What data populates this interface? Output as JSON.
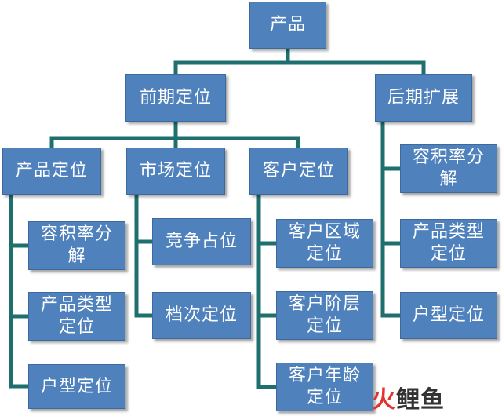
{
  "colors": {
    "box_fill": "#4f81bd",
    "box_text": "#ffffff",
    "connector": "#1f6f6f"
  },
  "nodes": {
    "root": "产品",
    "early": "前期定位",
    "late": "后期扩展",
    "product_pos": "产品定位",
    "market_pos": "市场定位",
    "customer_pos": "客户定位",
    "pp_far": [
      "容积率分",
      "解"
    ],
    "pp_type": [
      "产品类型",
      "定位"
    ],
    "pp_unit": "户型定位",
    "mp_compete": "竞争占位",
    "mp_grade": "档次定位",
    "cp_region": [
      "客户区域",
      "定位"
    ],
    "cp_class": [
      "客户阶层",
      "定位"
    ],
    "cp_age": [
      "客户年龄",
      "定位"
    ],
    "lt_far": [
      "容积率分",
      "解"
    ],
    "lt_type": [
      "产品类型",
      "定位"
    ],
    "lt_unit": "户型定位"
  },
  "watermark": {
    "part1": "火",
    "part2": "鲤鱼"
  }
}
